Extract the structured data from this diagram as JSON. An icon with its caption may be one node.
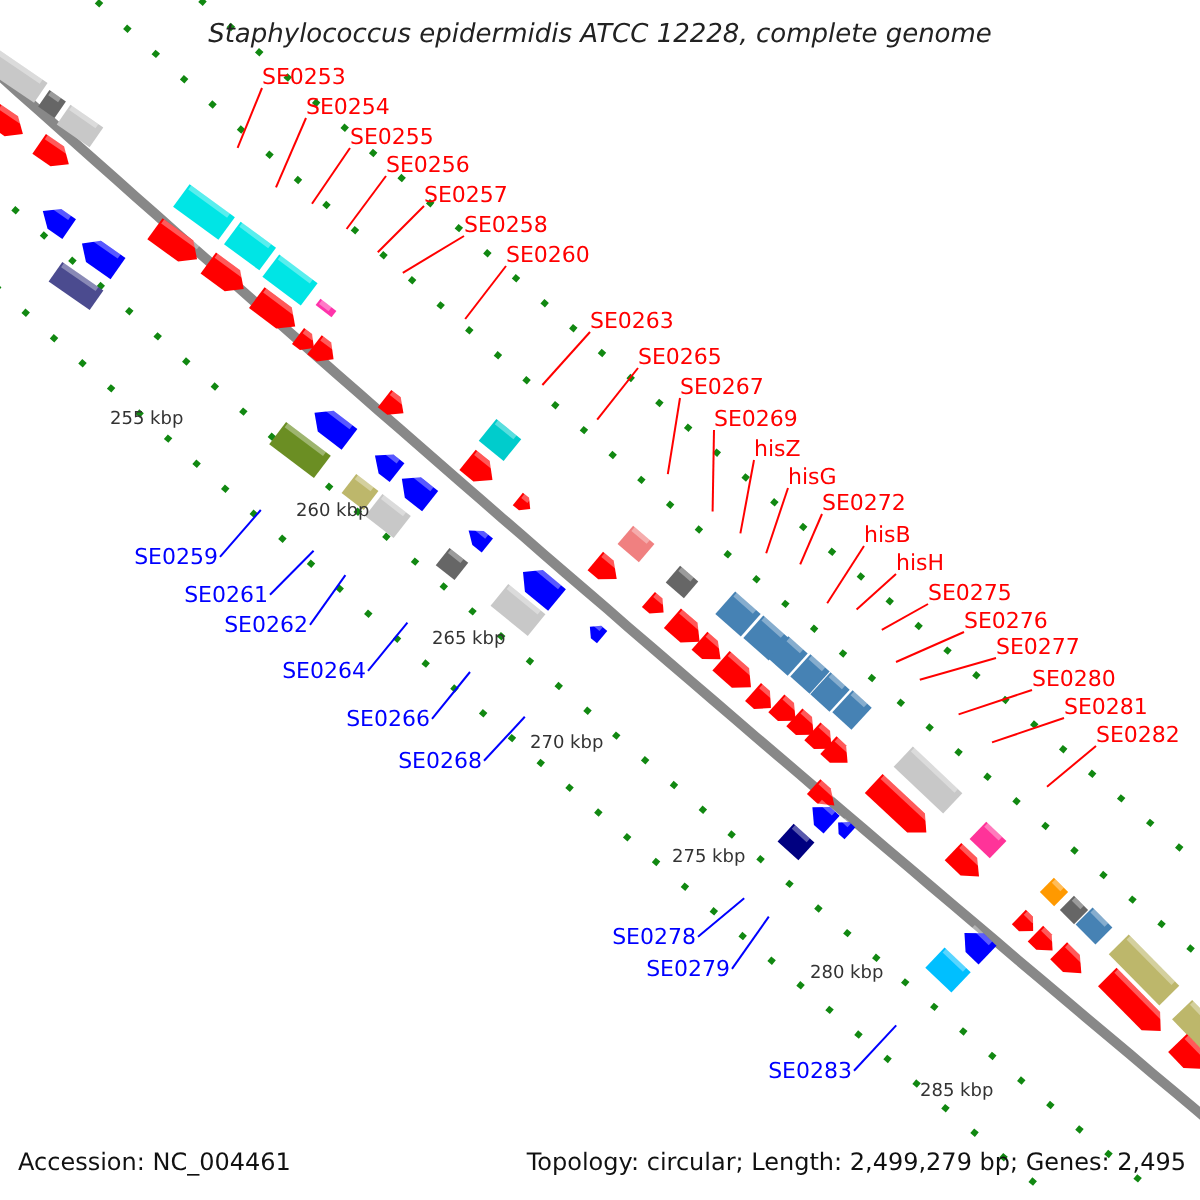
{
  "diagram": {
    "title": "Staphylococcus epidermidis ATCC 12228, complete genome",
    "nodes": [
      {
        "text": [
          "SE0253"
        ]
      },
      {
        "text": [
          "SE0254"
        ]
      },
      {
        "text": [
          "SE0255"
        ]
      },
      {
        "text": [
          "SE0256"
        ]
      },
      {
        "text": [
          "SE0257"
        ]
      },
      {
        "text": [
          "SE0258"
        ]
      },
      {
        "text": [
          "SE0260"
        ]
      },
      {
        "text": [
          "SE0263"
        ]
      },
      {
        "text": [
          "SE0265"
        ]
      },
      {
        "text": [
          "SE0267"
        ]
      },
      {
        "text": [
          "SE0269"
        ]
      },
      {
        "text": [
          "hisZ"
        ]
      },
      {
        "text": [
          "hisG"
        ]
      },
      {
        "text": [
          "SE0272"
        ]
      },
      {
        "text": [
          "hisB"
        ]
      },
      {
        "text": [
          "hisH"
        ]
      },
      {
        "text": [
          "SE0275"
        ]
      },
      {
        "text": [
          "SE0276"
        ]
      },
      {
        "text": [
          "SE0277"
        ]
      },
      {
        "text": [
          "SE0280"
        ]
      },
      {
        "text": [
          "SE0281"
        ]
      },
      {
        "text": [
          "SE0282"
        ]
      },
      {
        "text": [
          "SE0259"
        ]
      },
      {
        "text": [
          "SE0261"
        ]
      },
      {
        "text": [
          "SE0262"
        ]
      },
      {
        "text": [
          "SE0264"
        ]
      },
      {
        "text": [
          "SE0266"
        ]
      },
      {
        "text": [
          "SE0268"
        ]
      },
      {
        "text": [
          "SE0278"
        ]
      },
      {
        "text": [
          "SE0279"
        ]
      },
      {
        "text": [
          "SE0283"
        ]
      }
    ],
    "edges": [
      {
        "from": 0,
        "to": null,
        "arrow": "none"
      },
      {
        "from": 1,
        "to": null,
        "arrow": "none"
      },
      {
        "from": 2,
        "to": null,
        "arrow": "none"
      },
      {
        "from": 3,
        "to": null,
        "arrow": "none"
      },
      {
        "from": 4,
        "to": null,
        "arrow": "none"
      },
      {
        "from": 5,
        "to": null,
        "arrow": "none"
      },
      {
        "from": 6,
        "to": null,
        "arrow": "none"
      },
      {
        "from": 7,
        "to": null,
        "arrow": "none"
      },
      {
        "from": 8,
        "to": null,
        "arrow": "none"
      },
      {
        "from": 9,
        "to": null,
        "arrow": "none"
      },
      {
        "from": 10,
        "to": null,
        "arrow": "none"
      },
      {
        "from": 11,
        "to": null,
        "arrow": "none"
      },
      {
        "from": 12,
        "to": null,
        "arrow": "none"
      },
      {
        "from": 13,
        "to": null,
        "arrow": "none"
      },
      {
        "from": 14,
        "to": null,
        "arrow": "none"
      },
      {
        "from": 15,
        "to": null,
        "arrow": "none"
      },
      {
        "from": 16,
        "to": null,
        "arrow": "none"
      },
      {
        "from": 17,
        "to": null,
        "arrow": "none"
      },
      {
        "from": 18,
        "to": null,
        "arrow": "none"
      },
      {
        "from": 19,
        "to": null,
        "arrow": "none"
      },
      {
        "from": 20,
        "to": null,
        "arrow": "none"
      },
      {
        "from": 21,
        "to": null,
        "arrow": "none"
      },
      {
        "from": 22,
        "to": null,
        "arrow": "none",
        "color": "#0000ff"
      },
      {
        "from": 23,
        "to": null,
        "arrow": "none",
        "color": "#0000ff"
      },
      {
        "from": 24,
        "to": null,
        "arrow": "none",
        "color": "#0000ff"
      },
      {
        "from": 25,
        "to": null,
        "arrow": "none",
        "color": "#0000ff"
      },
      {
        "from": 26,
        "to": null,
        "arrow": "none",
        "color": "#0000ff"
      },
      {
        "from": 27,
        "to": null,
        "arrow": "none",
        "color": "#0000ff"
      },
      {
        "from": 28,
        "to": null,
        "arrow": "none",
        "color": "#0000ff"
      },
      {
        "from": 29,
        "to": null,
        "arrow": "none",
        "color": "#0000ff"
      },
      {
        "from": 30,
        "to": null,
        "arrow": "none",
        "color": "#0000ff"
      }
    ],
    "labels": [
      "255 kbp",
      "260 kbp",
      "265 kbp",
      "270 kbp",
      "275 kbp",
      "280 kbp",
      "285 kbp",
      "Accession: NC_004461",
      "Topology: circular; Length: 2,499,279 bp; Genes: 2,495"
    ]
  }
}
